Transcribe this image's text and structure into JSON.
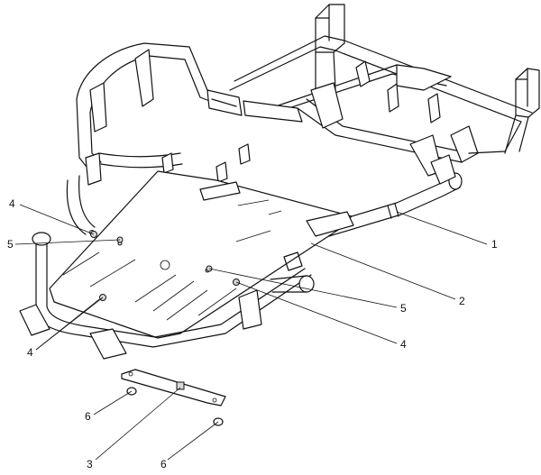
{
  "callouts": [
    {
      "id": "c4a",
      "label": "4"
    },
    {
      "id": "c5a",
      "label": "5"
    },
    {
      "id": "c1",
      "label": "1"
    },
    {
      "id": "c2",
      "label": "2"
    },
    {
      "id": "c5b",
      "label": "5"
    },
    {
      "id": "c4b",
      "label": "4"
    },
    {
      "id": "c4c",
      "label": "4"
    },
    {
      "id": "c6a",
      "label": "6"
    },
    {
      "id": "c3",
      "label": "3"
    },
    {
      "id": "c6b",
      "label": "6"
    }
  ]
}
